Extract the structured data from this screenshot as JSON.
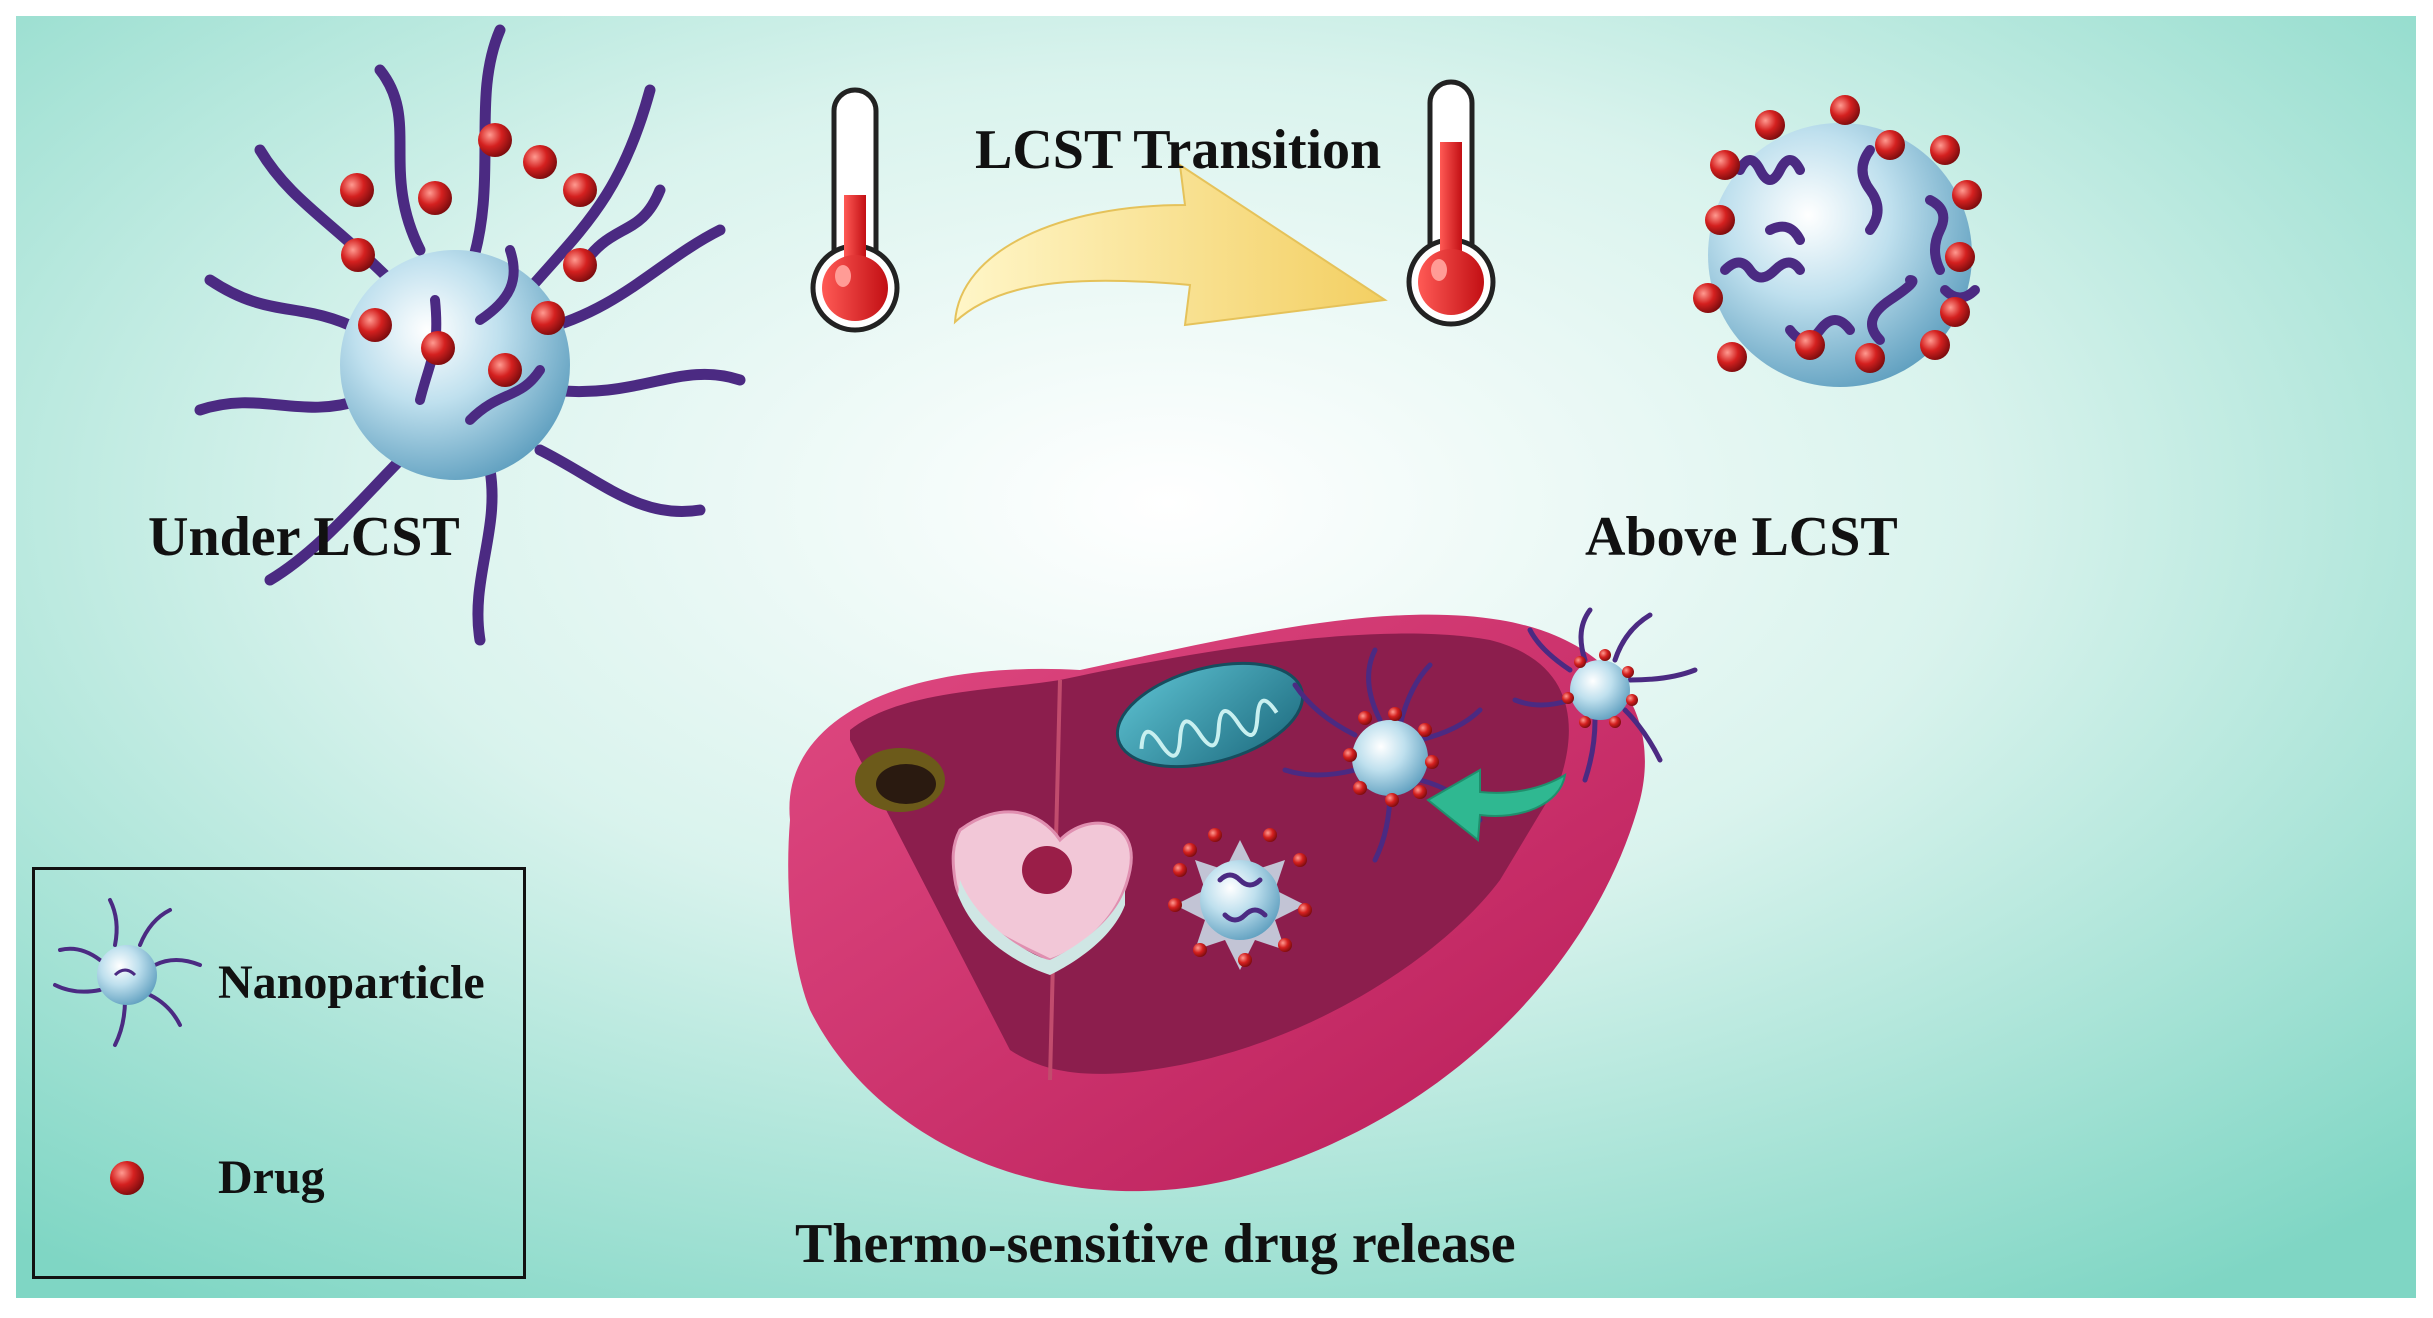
{
  "labels": {
    "transition": "LCST Transition",
    "under": "Under LCST",
    "above": "Above LCST",
    "release": "Thermo-sensitive drug release"
  },
  "legend": {
    "nanoparticle": "Nanoparticle",
    "drug": "Drug"
  },
  "colors": {
    "background_center": "#ffffff",
    "background_edge": "#7fd6c4",
    "polymer_chain": "#4b2a82",
    "drug": "#c6141a",
    "particle_core": "#7fb6cf",
    "cell_outer": "#d1306a",
    "cell_inner": "#8c1e4d",
    "arrow_yellow": "#f7db7a",
    "arrow_green": "#2fb891",
    "thermometer_fill": "#e0141a"
  },
  "thermometers": [
    {
      "name": "low-temperature",
      "fill_level": 0.35
    },
    {
      "name": "high-temperature",
      "fill_level": 0.75
    }
  ]
}
